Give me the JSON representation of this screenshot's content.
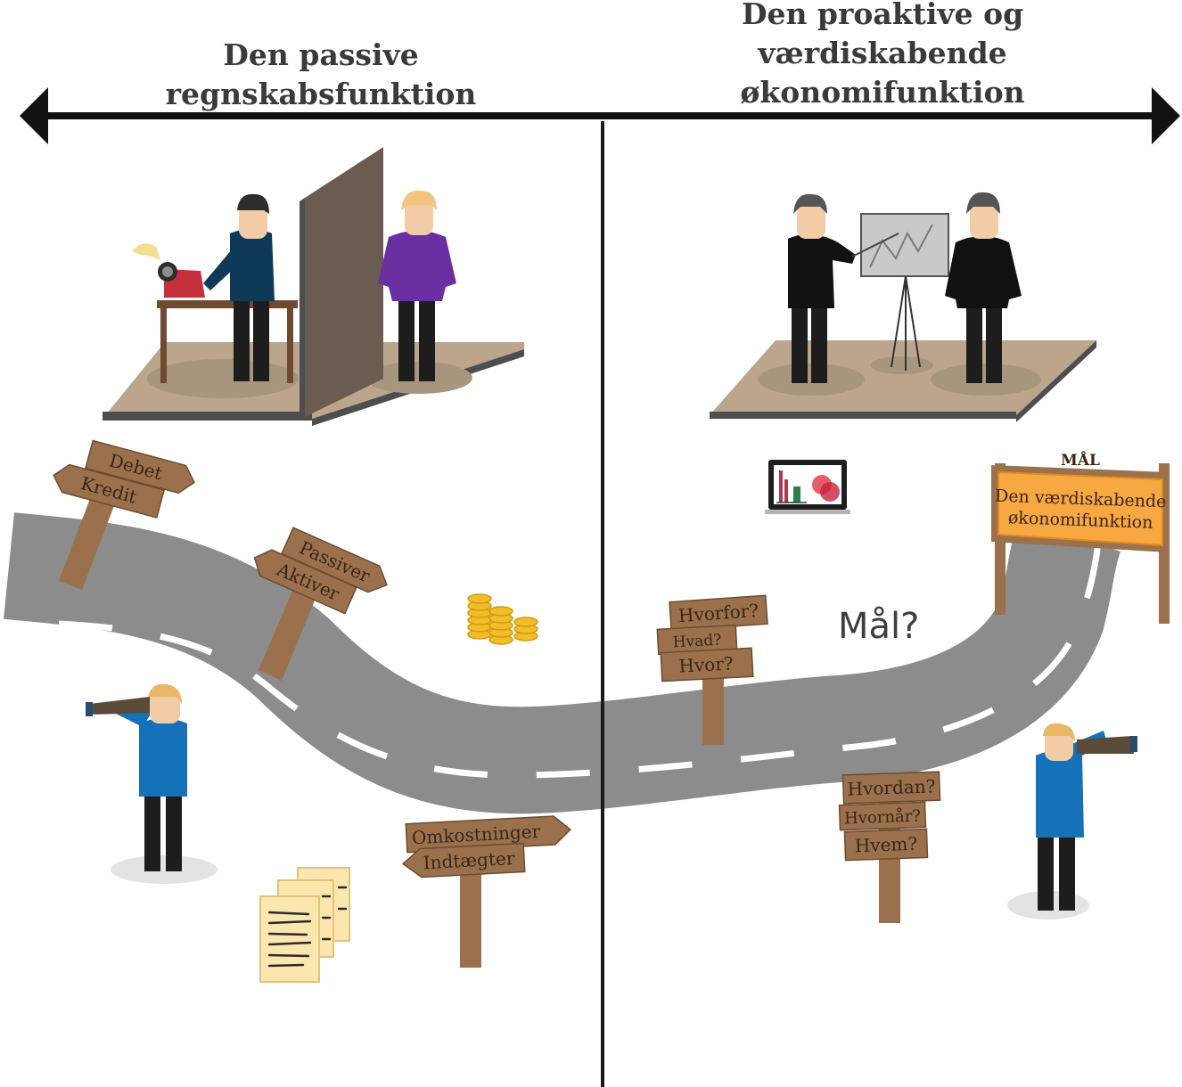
{
  "headings": {
    "left": [
      "Den passive",
      "regnskabsfunktion"
    ],
    "right": [
      "Den proaktive og",
      "værdiskabende",
      "økonomifunktion"
    ]
  },
  "signposts": {
    "debit_credit": [
      "Debet",
      "Kredit"
    ],
    "liabilities_assets": [
      "Passiver",
      "Aktiver"
    ],
    "costs_income": [
      "Omkostninger",
      "Indtægter"
    ],
    "why_what_where": [
      "Hvorfor?",
      "Hvad?",
      "Hvor?"
    ],
    "how_when_who": [
      "Hvordan?",
      "Hvornår?",
      "Hvem?"
    ]
  },
  "goal_sign": {
    "header": "MÅL",
    "text": [
      "Den værdiskabende",
      "økonomifunktion"
    ]
  },
  "goal_question": "Mål?",
  "colors": {
    "road": "#8c8c8c",
    "wood": "#9a714c",
    "floor": "#bba58c",
    "goal_board": "#f7a843",
    "accent_blue": "#1672b8",
    "accent_purple": "#6a2fa0"
  }
}
